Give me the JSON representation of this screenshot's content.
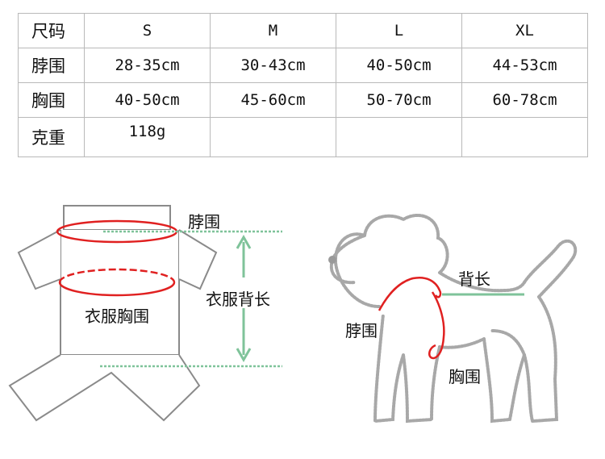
{
  "table": {
    "header": [
      "尺码",
      "S",
      "M",
      "L",
      "XL"
    ],
    "rows": [
      {
        "label": "脖围",
        "values": [
          "28-35cm",
          "30-43cm",
          "40-50cm",
          "44-53cm"
        ]
      },
      {
        "label": "胸围",
        "values": [
          "40-50cm",
          "45-60cm",
          "50-70cm",
          "60-78cm"
        ]
      },
      {
        "label": "克重",
        "values": [
          "118g",
          "",
          "",
          ""
        ]
      }
    ]
  },
  "garment_diagram": {
    "neck_label": "脖围",
    "length_label": "衣服背长",
    "chest_label": "衣服胸围"
  },
  "dog_diagram": {
    "back_label": "背长",
    "neck_label": "脖围",
    "chest_label": "胸围"
  },
  "colors": {
    "measure_red": "#e02020",
    "measure_green": "#7fc39a",
    "outline_gray": "#9a9a9a"
  }
}
